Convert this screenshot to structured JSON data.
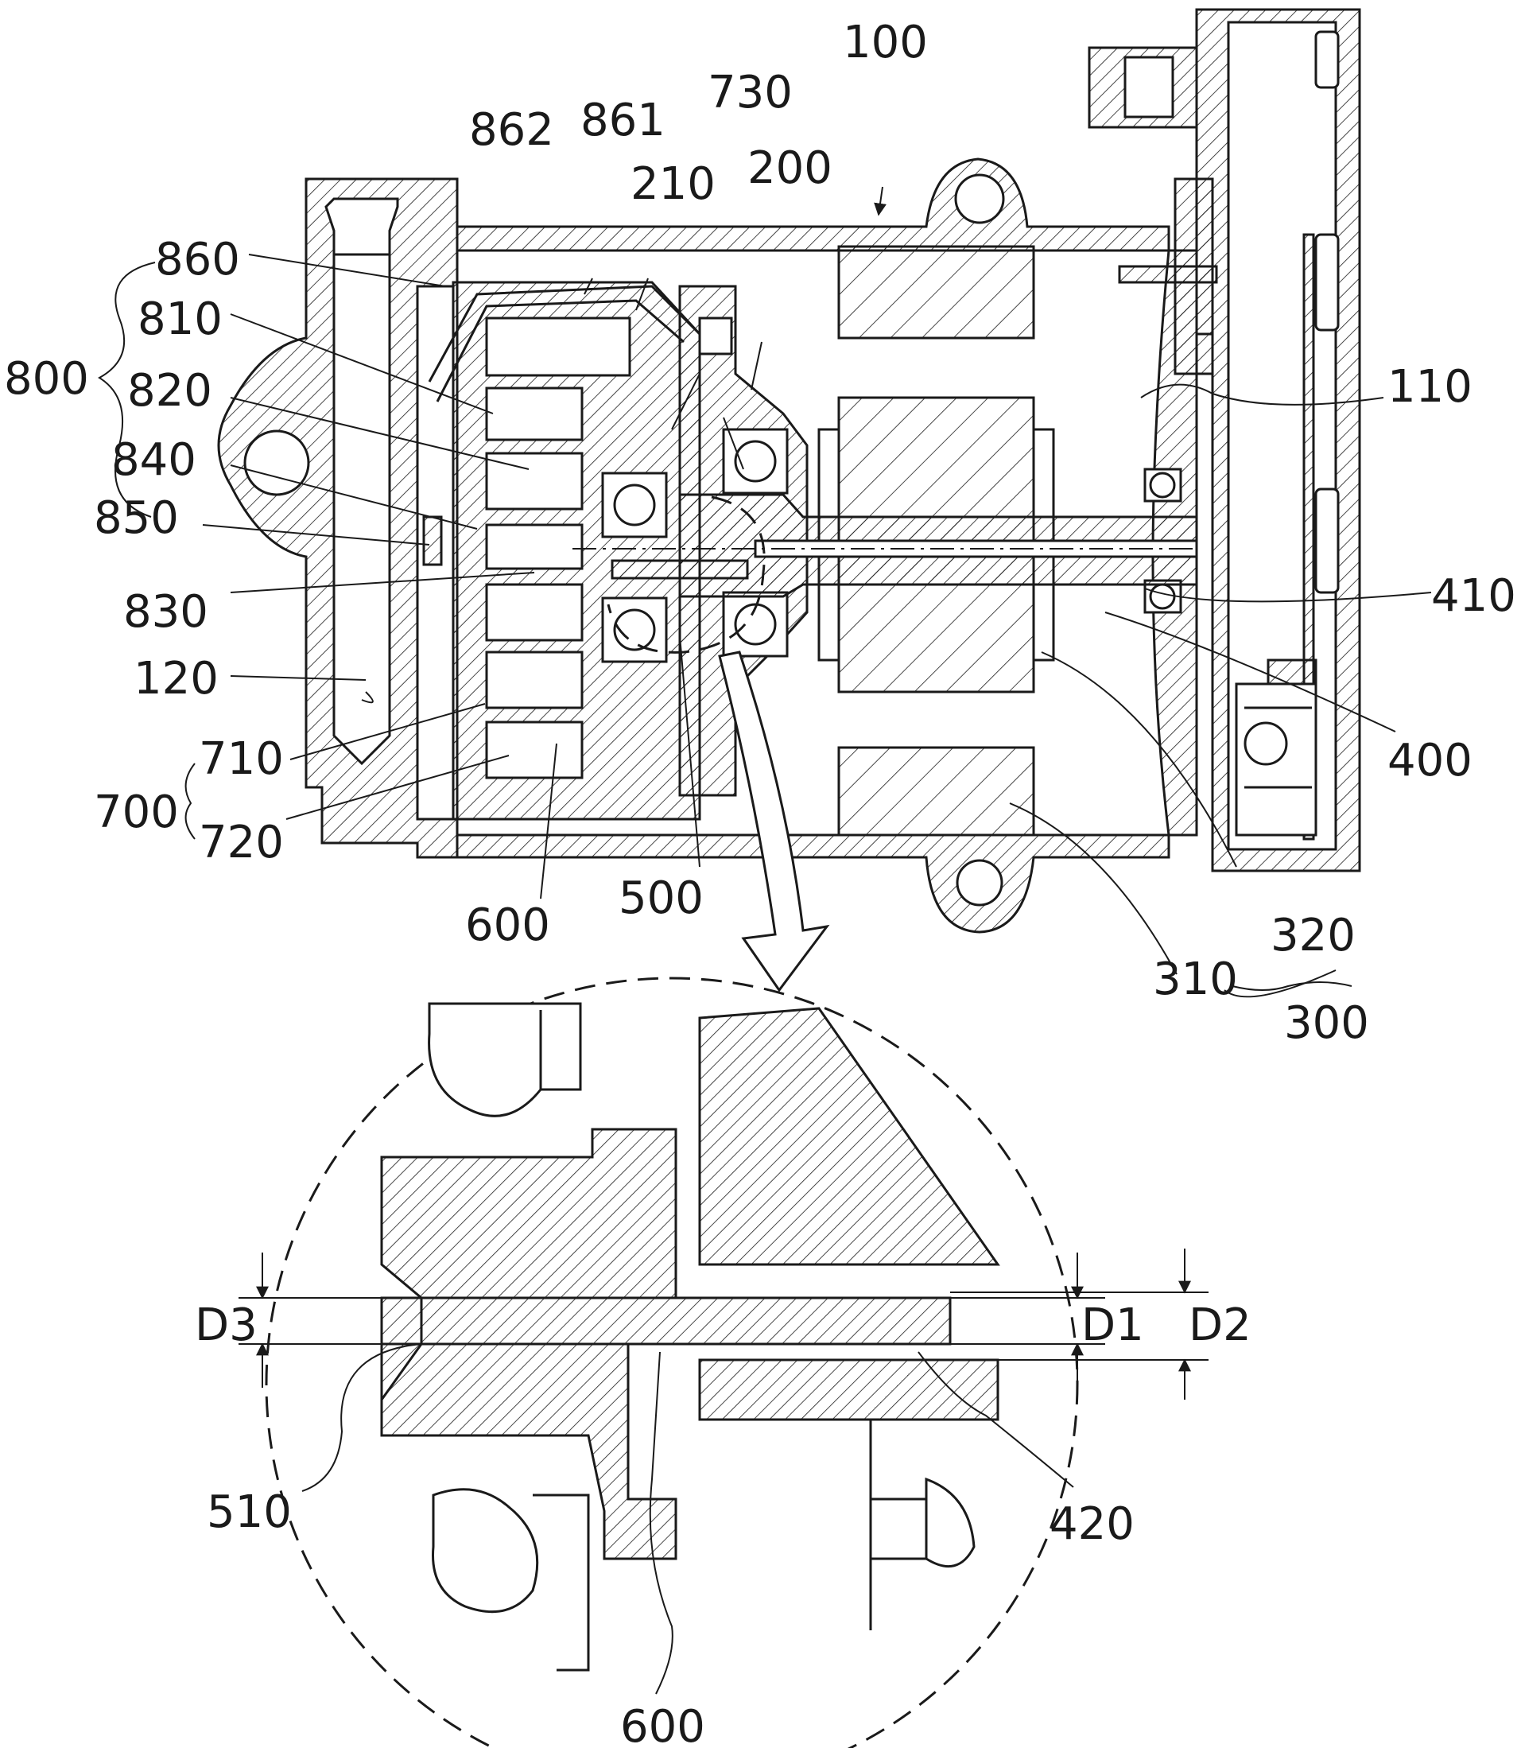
{
  "labels": {
    "l100": "100",
    "l110": "110",
    "l120": "120",
    "l200": "200",
    "l210": "210",
    "l300": "300",
    "l310": "310",
    "l320": "320",
    "l400": "400",
    "l410": "410",
    "l420": "420",
    "l500": "500",
    "l510": "510",
    "l600": "600",
    "l600b": "600",
    "l700": "700",
    "l710": "710",
    "l720": "720",
    "l730": "730",
    "l800": "800",
    "l810": "810",
    "l820": "820",
    "l830": "830",
    "l840": "840",
    "l850": "850",
    "l860": "860",
    "l861": "861",
    "l862": "862",
    "d1": "D1",
    "d2": "D2",
    "d3": "D3"
  }
}
